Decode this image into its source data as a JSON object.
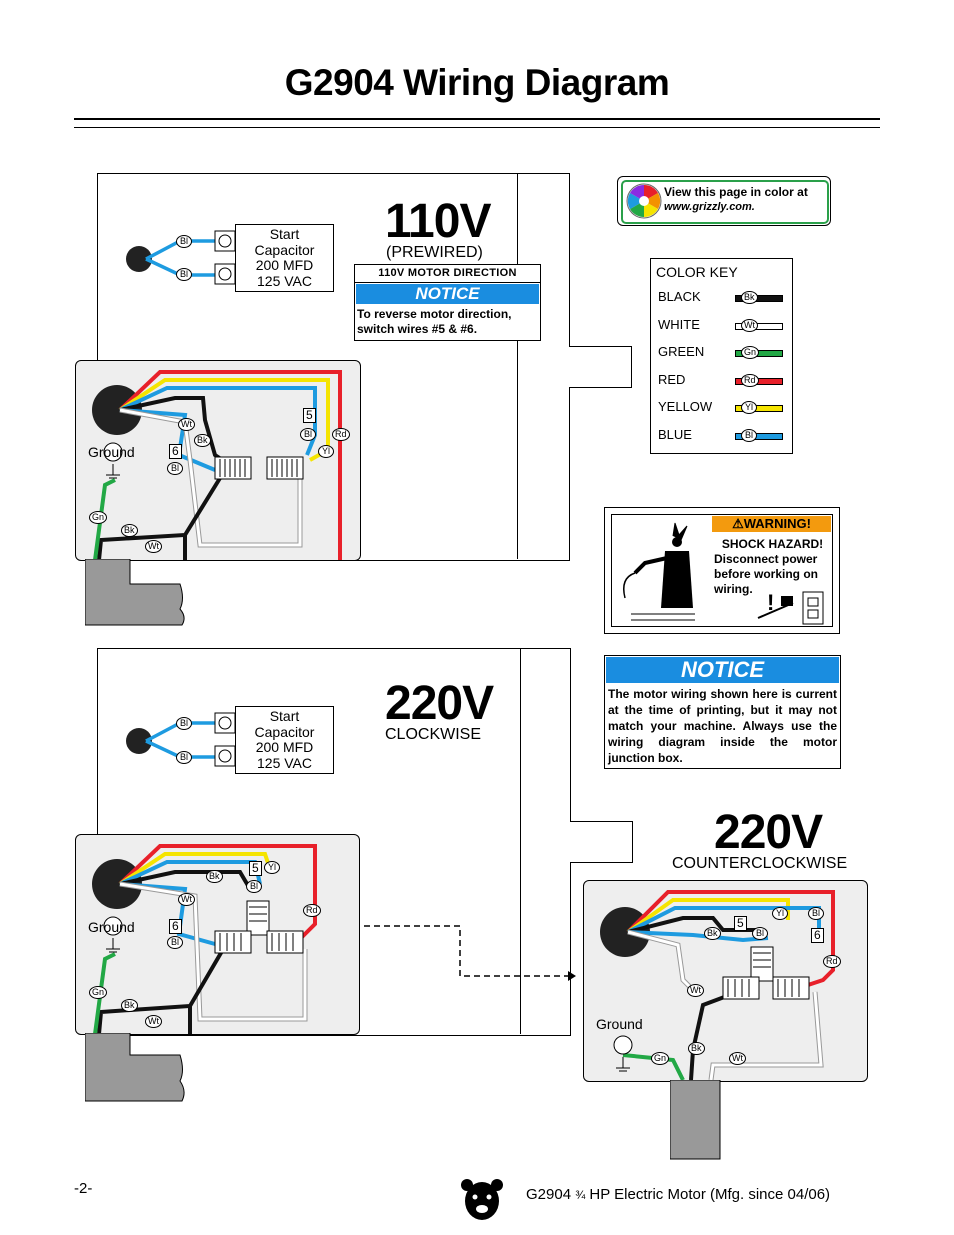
{
  "page": {
    "title": "G2904 Wiring Diagram",
    "page_number": "-2-",
    "footer_model": "G2904 ",
    "footer_fraction": "¾",
    "footer_rest": " HP Electric Motor (Mfg. since 04/06)"
  },
  "color_banner": {
    "line1": "View this page in color at",
    "line2": "www.grizzly.com."
  },
  "color_key": {
    "title": "COLOR KEY",
    "rows": [
      {
        "name": "BLACK",
        "abbr": "Bk",
        "color": "#111111"
      },
      {
        "name": "WHITE",
        "abbr": "Wt",
        "color": "#ffffff"
      },
      {
        "name": "GREEN",
        "abbr": "Gn",
        "color": "#22a845"
      },
      {
        "name": "RED",
        "abbr": "Rd",
        "color": "#e8202a"
      },
      {
        "name": "YELLOW",
        "abbr": "Yl",
        "color": "#f5e400"
      },
      {
        "name": "BLUE",
        "abbr": "Bl",
        "color": "#1e9be0"
      }
    ]
  },
  "diagram_110": {
    "voltage": "110V",
    "mode": "(PREWIRED)",
    "capacitor": [
      "Start",
      "Capacitor",
      "200 MFD",
      "125 VAC"
    ],
    "direction_title": "110V MOTOR DIRECTION",
    "notice_label": "NOTICE",
    "direction_text": "To reverse motor direction, switch wires #5 & #6.",
    "ground": "Ground",
    "tags": {
      "bl": "Bl",
      "wt": "Wt",
      "bk": "Bk",
      "yl": "Yl",
      "rd": "Rd",
      "gn": "Gn"
    },
    "num5": "5",
    "num6": "6"
  },
  "warning": {
    "header": "WARNING!",
    "line1": "SHOCK HAZARD!",
    "body": "Disconnect power before working on wiring."
  },
  "notice_box": {
    "label": "NOTICE",
    "text": "The motor wiring shown here is current at the time of printing, but it may not match your machine. Always use the wiring diagram inside the motor junction box."
  },
  "diagram_220_cw": {
    "voltage": "220V",
    "mode": "CLOCKWISE",
    "capacitor": [
      "Start",
      "Capacitor",
      "200 MFD",
      "125 VAC"
    ],
    "ground": "Ground"
  },
  "diagram_220_ccw": {
    "voltage": "220V",
    "mode": "COUNTERCLOCKWISE",
    "ground": "Ground"
  }
}
